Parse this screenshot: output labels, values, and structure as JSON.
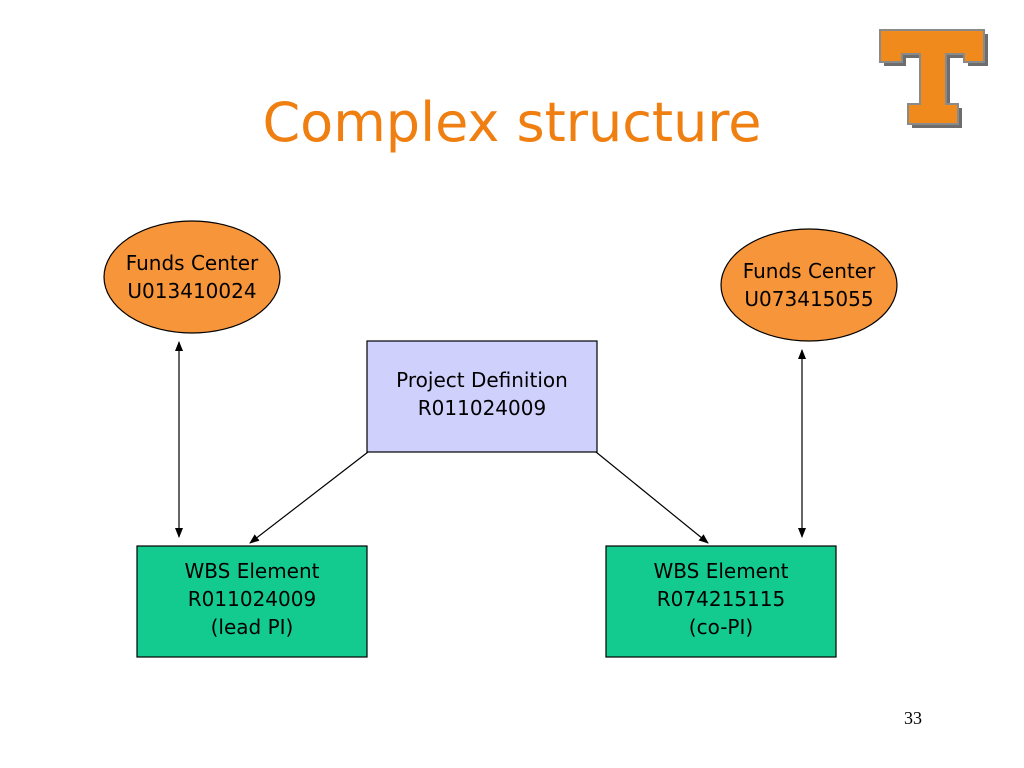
{
  "slide": {
    "title": "Complex structure",
    "page_number": "33",
    "title_color": "#f07f12"
  },
  "nodes": {
    "funds_center_left": {
      "line1": "Funds Center",
      "line2": "U013410024",
      "fill": "#f7953a"
    },
    "funds_center_right": {
      "line1": "Funds Center",
      "line2": "U073415055",
      "fill": "#f7953a"
    },
    "project_definition": {
      "line1": "Project Definition",
      "line2": "R011024009",
      "fill": "#cfd0fb"
    },
    "wbs_left": {
      "line1": "WBS Element",
      "line2": "R011024009",
      "line3": "(lead PI)",
      "fill": "#13cb8f"
    },
    "wbs_right": {
      "line1": "WBS Element",
      "line2": "R074215115",
      "line3": "(co-PI)",
      "fill": "#13cb8f"
    }
  },
  "icons": {
    "logo": "tennessee-t-logo-icon"
  }
}
